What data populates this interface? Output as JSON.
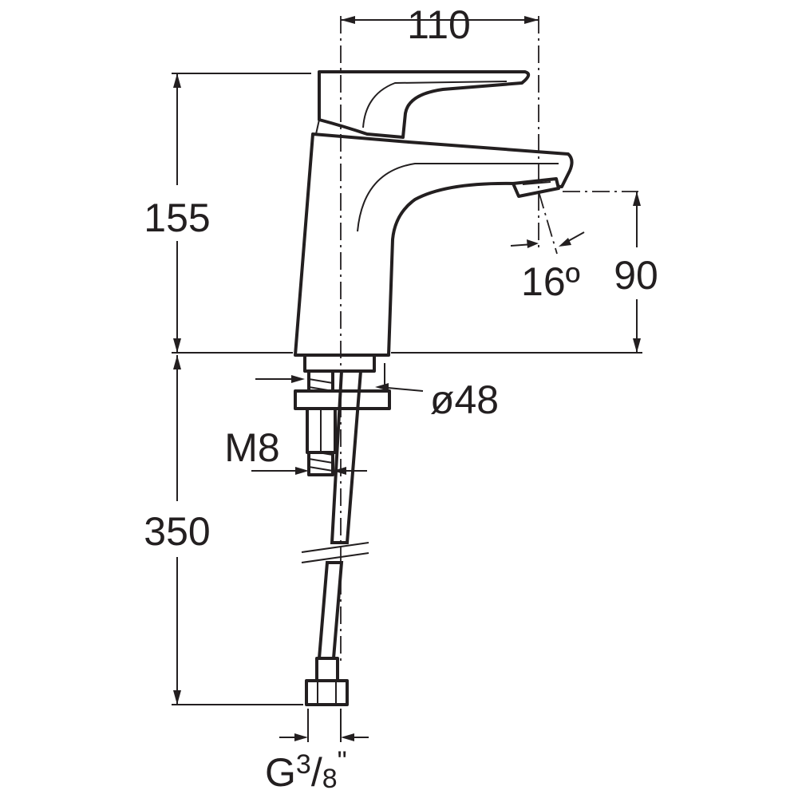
{
  "dimensions": {
    "spout_reach": "110",
    "tap_height": "155",
    "spout_height": "90",
    "spout_angle": "16º",
    "base_diameter": "ø48",
    "stud_thread": "M8",
    "hose_length": "350",
    "connection": {
      "prefix": "G",
      "numerator": "3",
      "slash": "/",
      "denominator": "8",
      "suffix": "\""
    }
  },
  "colors": {
    "line": "#231f20",
    "background": "#ffffff"
  }
}
